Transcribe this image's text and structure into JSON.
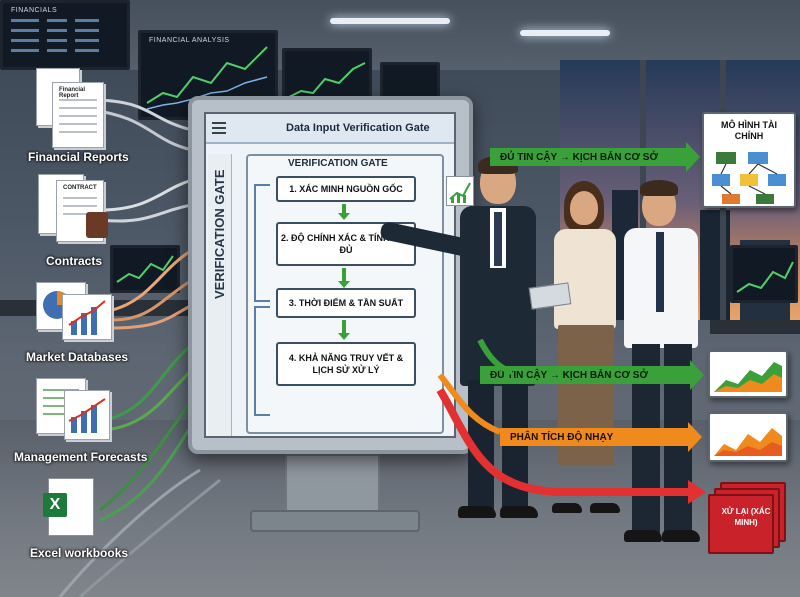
{
  "sources": [
    {
      "label": "Financial Reports",
      "doc_title": "Financial Report",
      "icon": "financial-report-icon"
    },
    {
      "label": "Contracts",
      "doc_title": "CONTRACT",
      "icon": "contract-icon"
    },
    {
      "label": "Market Databases",
      "icon": "market-database-icon"
    },
    {
      "label": "Management Forecasts",
      "icon": "forecast-icon"
    },
    {
      "label": "Excel workbooks",
      "icon": "excel-icon",
      "glyph": "X"
    }
  ],
  "wall_screens": {
    "left_title": "FINANCIALS",
    "center_title": "FINANCIAL ANALYSIS"
  },
  "monitor": {
    "title": "Data Input Verification Gate",
    "side_label": "VERIFICATION GATE",
    "gate_title": "VERIFICATION GATE",
    "steps": [
      "1. XÁC MINH NGUỒN GỐC",
      "2. ĐỘ CHÍNH XÁC & TÍNH ĐẦY ĐỦ",
      "3. THỜI ĐIỂM & TẦN SUẤT",
      "4. KHẢ NĂNG TRUY VẾT & LỊCH SỬ XỬ LÝ"
    ]
  },
  "outputs": {
    "arrow_top": "ĐỦ TIN CẬY → KỊCH BẢN CƠ SỞ",
    "arrow_mid": "ĐỦ TIN CẬY → KỊCH BẢN CƠ SỞ",
    "arrow_sensitivity": "PHÂN TÍCH ĐỘ NHẠY",
    "model_card_title": "MÔ HÌNH TÀI CHÍNH",
    "reject_text": "XỬ LẠI (XÁC MINH)"
  },
  "colors": {
    "accept_green": "#3aa03a",
    "sensitivity_orange": "#f08a1c",
    "reject_red": "#d32a2a",
    "screen_bg": "#eef3f7"
  }
}
